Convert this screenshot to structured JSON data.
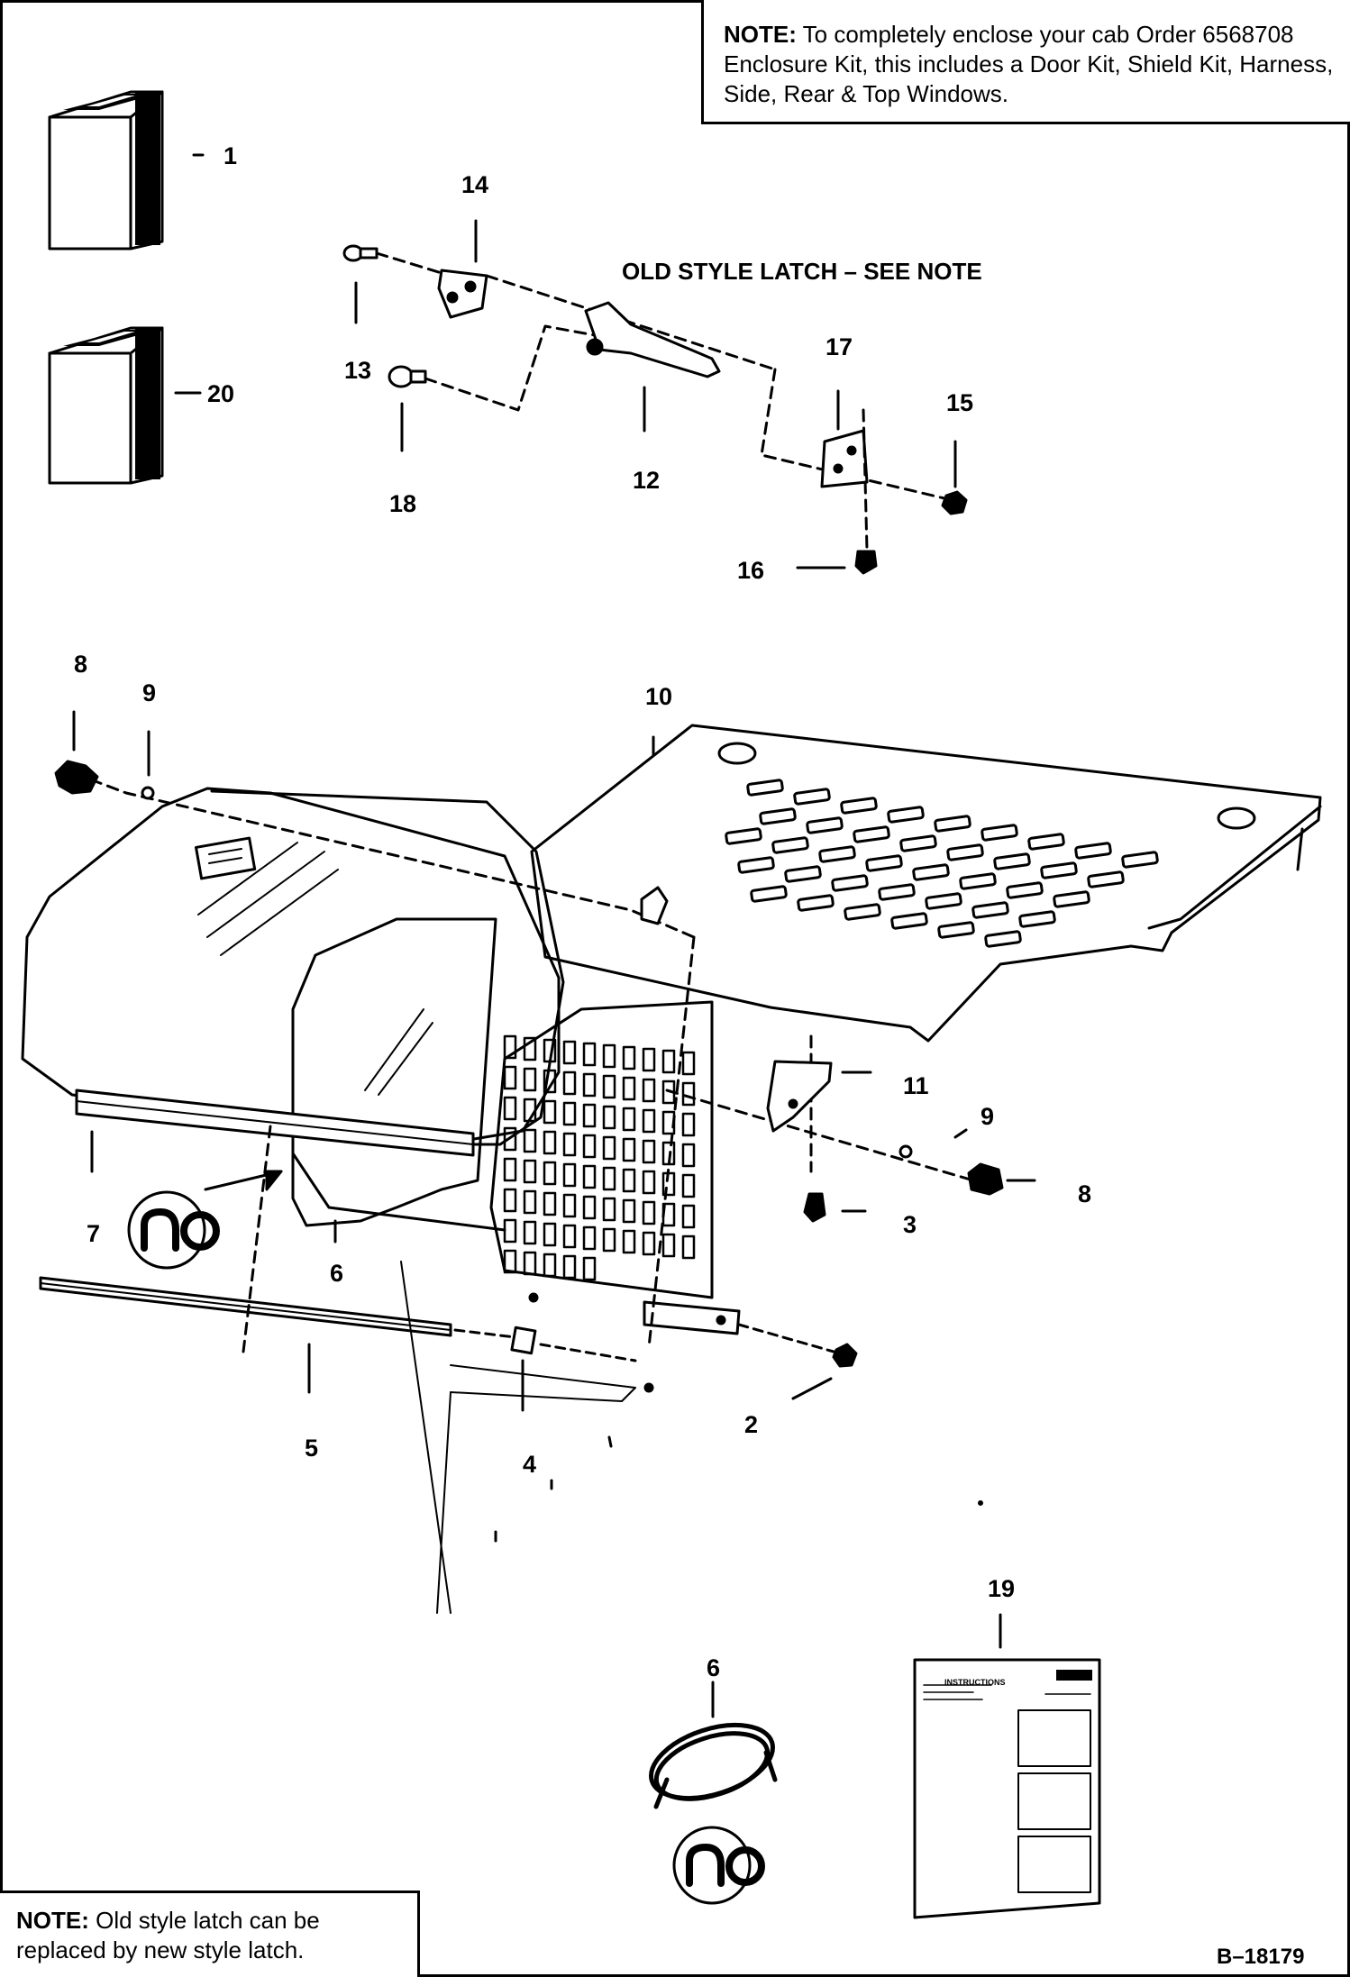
{
  "note_top": {
    "label": "NOTE:",
    "text": " To completely enclose your cab Order 6568708 Enclosure Kit, this includes a Door Kit, Shield Kit, Harness, Side, Rear & Top Windows."
  },
  "note_bottom": {
    "label": "NOTE:",
    "text": " Old style latch can be replaced by new style latch."
  },
  "heading": "OLD STYLE LATCH – SEE NOTE",
  "figure_id": "B–18179",
  "instructions_sheet": {
    "title": "INSTRUCTIONS"
  },
  "callouts": {
    "c1": "1",
    "c20": "20",
    "c14": "14",
    "c13": "13",
    "c18": "18",
    "c12": "12",
    "c17": "17",
    "c15": "15",
    "c16": "16",
    "c8a": "8",
    "c9a": "9",
    "c10": "10",
    "c11": "11",
    "c9b": "9",
    "c8b": "8",
    "c3": "3",
    "c7": "7",
    "c6a": "6",
    "c5": "5",
    "c4": "4",
    "c2": "2",
    "c19": "19",
    "c6b": "6"
  },
  "colors": {
    "line": "#000000",
    "background": "#ffffff"
  }
}
